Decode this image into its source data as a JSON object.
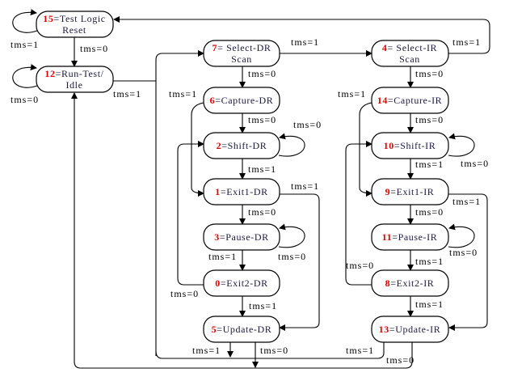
{
  "diagram_type": "state-machine",
  "states": [
    {
      "id": "15",
      "name": "Test Logic",
      "name2": "Reset"
    },
    {
      "id": "12",
      "name": "Run-Test/",
      "name2": "Idle"
    },
    {
      "id": "7",
      "name": " Select-DR",
      "name2": "Scan"
    },
    {
      "id": "6",
      "name": "Capture-DR"
    },
    {
      "id": "2",
      "name": "Shift-DR"
    },
    {
      "id": "1",
      "name": "Exit1-DR"
    },
    {
      "id": "3",
      "name": "Pause-DR"
    },
    {
      "id": "0",
      "name": "Exit2-DR"
    },
    {
      "id": "5",
      "name": "Update-DR"
    },
    {
      "id": "4",
      "name": " Select-IR",
      "name2": "Scan"
    },
    {
      "id": "14",
      "name": "Capture-IR"
    },
    {
      "id": "10",
      "name": "Shift-IR"
    },
    {
      "id": "9",
      "name": "Exit1-IR"
    },
    {
      "id": "11",
      "name": "Pause-IR"
    },
    {
      "id": "8",
      "name": "Exit2-IR"
    },
    {
      "id": "13",
      "name": "Update-IR"
    }
  ],
  "eq": "=",
  "transitions": [
    {
      "from": "15",
      "to": "15",
      "label": "tms=1"
    },
    {
      "from": "15",
      "to": "12",
      "label": "tms=0"
    },
    {
      "from": "12",
      "to": "12",
      "label": "tms=0"
    },
    {
      "from": "12",
      "to": "7",
      "label": "tms=1"
    },
    {
      "from": "7",
      "to": "4",
      "label": "tms=1"
    },
    {
      "from": "4",
      "to": "15",
      "label": "tms=1"
    },
    {
      "from": "7",
      "to": "6",
      "label": "tms=0"
    },
    {
      "from": "6",
      "to": "1",
      "label": "tms=1"
    },
    {
      "from": "6",
      "to": "2",
      "label": "tms=0"
    },
    {
      "from": "2",
      "to": "2",
      "label": "tms=0"
    },
    {
      "from": "2",
      "to": "1",
      "label": "tms=1"
    },
    {
      "from": "1",
      "to": "3",
      "label": "tms=0"
    },
    {
      "from": "1",
      "to": "5",
      "label": "tms=1"
    },
    {
      "from": "3",
      "to": "3",
      "label": "tms=0"
    },
    {
      "from": "3",
      "to": "0",
      "label": "tms=1"
    },
    {
      "from": "0",
      "to": "2",
      "label": "tms=0"
    },
    {
      "from": "0",
      "to": "5",
      "label": "tms=1"
    },
    {
      "from": "5",
      "to": "7",
      "label": "tms=1"
    },
    {
      "from": "5",
      "to": "12",
      "label": "tms=0"
    },
    {
      "from": "4",
      "to": "14",
      "label": "tms=0"
    },
    {
      "from": "14",
      "to": "9",
      "label": "tms=1"
    },
    {
      "from": "14",
      "to": "10",
      "label": "tms=0"
    },
    {
      "from": "10",
      "to": "10",
      "label": "tms=0"
    },
    {
      "from": "10",
      "to": "9",
      "label": "tms=1"
    },
    {
      "from": "9",
      "to": "11",
      "label": "tms=0"
    },
    {
      "from": "9",
      "to": "13",
      "label": "tms=1"
    },
    {
      "from": "11",
      "to": "11",
      "label": "tms=0"
    },
    {
      "from": "11",
      "to": "8",
      "label": "tms=1"
    },
    {
      "from": "8",
      "to": "10",
      "label": "tms=0"
    },
    {
      "from": "8",
      "to": "13",
      "label": "tms=1"
    },
    {
      "from": "13",
      "to": "7",
      "label": "tms=1"
    },
    {
      "from": "13",
      "to": "12",
      "label": "tms=0"
    }
  ]
}
